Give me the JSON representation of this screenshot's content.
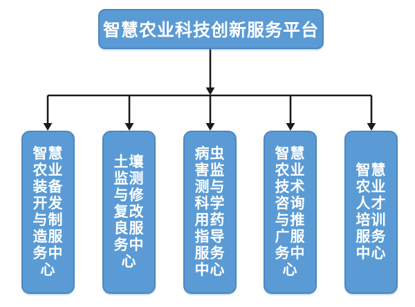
{
  "diagram": {
    "root": {
      "label": "智慧农业科技创新服务平台"
    },
    "centers": [
      {
        "label": "智慧农业装备开发与制造服务中心"
      },
      {
        "label": "土壤监测与修复改良服务中心"
      },
      {
        "label": "病虫害监测与科学用药指导服务中心"
      },
      {
        "label": "智慧农业技术咨询与推广服务中心"
      },
      {
        "label": "智慧农业人才培训服务中心"
      }
    ],
    "colors": {
      "node_fill": "#5B9BD5",
      "node_border": "#4A86C0",
      "text": "#FFFFFF",
      "connector": "#1A1A1A",
      "background": "#FFFFFF"
    }
  }
}
